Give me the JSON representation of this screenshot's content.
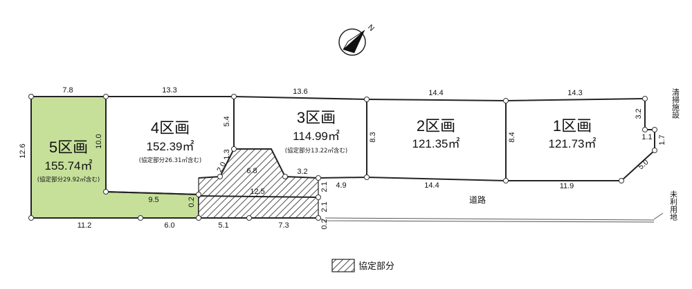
{
  "lots": [
    {
      "id": "lot-1",
      "name": "1区画",
      "area": "121.73㎡",
      "note": ""
    },
    {
      "id": "lot-2",
      "name": "2区画",
      "area": "121.35㎡",
      "note": ""
    },
    {
      "id": "lot-3",
      "name": "3区画",
      "area": "114.99㎡",
      "note": "(協定部分13.22㎡含む)"
    },
    {
      "id": "lot-4",
      "name": "4区画",
      "area": "152.39㎡",
      "note": "(協定部分26.31㎡含む)"
    },
    {
      "id": "lot-5",
      "name": "5区画",
      "area": "155.74㎡",
      "note": "(協定部分29.92㎡含む)"
    }
  ],
  "dimensions": {
    "top": [
      "7.8",
      "13.3",
      "13.6",
      "14.4",
      "14.3"
    ],
    "lot5_left": "12.6",
    "lot5_right": "10.0",
    "lot4_right": "5.4",
    "lot3_notch": "1.3",
    "diag_small": "2.0",
    "lot3_bottom_left": "6.8",
    "lot3_bottom_right": "3.2",
    "lot2_left": "8.3",
    "lot1_left": "8.4",
    "right_top": "3.2",
    "right_a": "1.1",
    "right_b": "1.7",
    "diag_right": "5.0",
    "road_edge": [
      "4.9",
      "14.4",
      "11.9"
    ],
    "lot5_bottom": "9.5",
    "hatch_left": "0.2",
    "hatch_mid": "12.5",
    "hatch_right_a": "2.1",
    "hatch_right_b": "2.1",
    "hatch_right_c": "0.2",
    "bottom": [
      "11.2",
      "6.0",
      "5.1",
      "7.3"
    ]
  },
  "labels": {
    "road": "道路",
    "unused_land": "未利用地",
    "cleaning_facility": "清掃施設",
    "north": "N"
  },
  "legend": {
    "label": "協定部分"
  },
  "colors": {
    "lot5_fill": "#c6e09a",
    "hatch": "#222222"
  }
}
